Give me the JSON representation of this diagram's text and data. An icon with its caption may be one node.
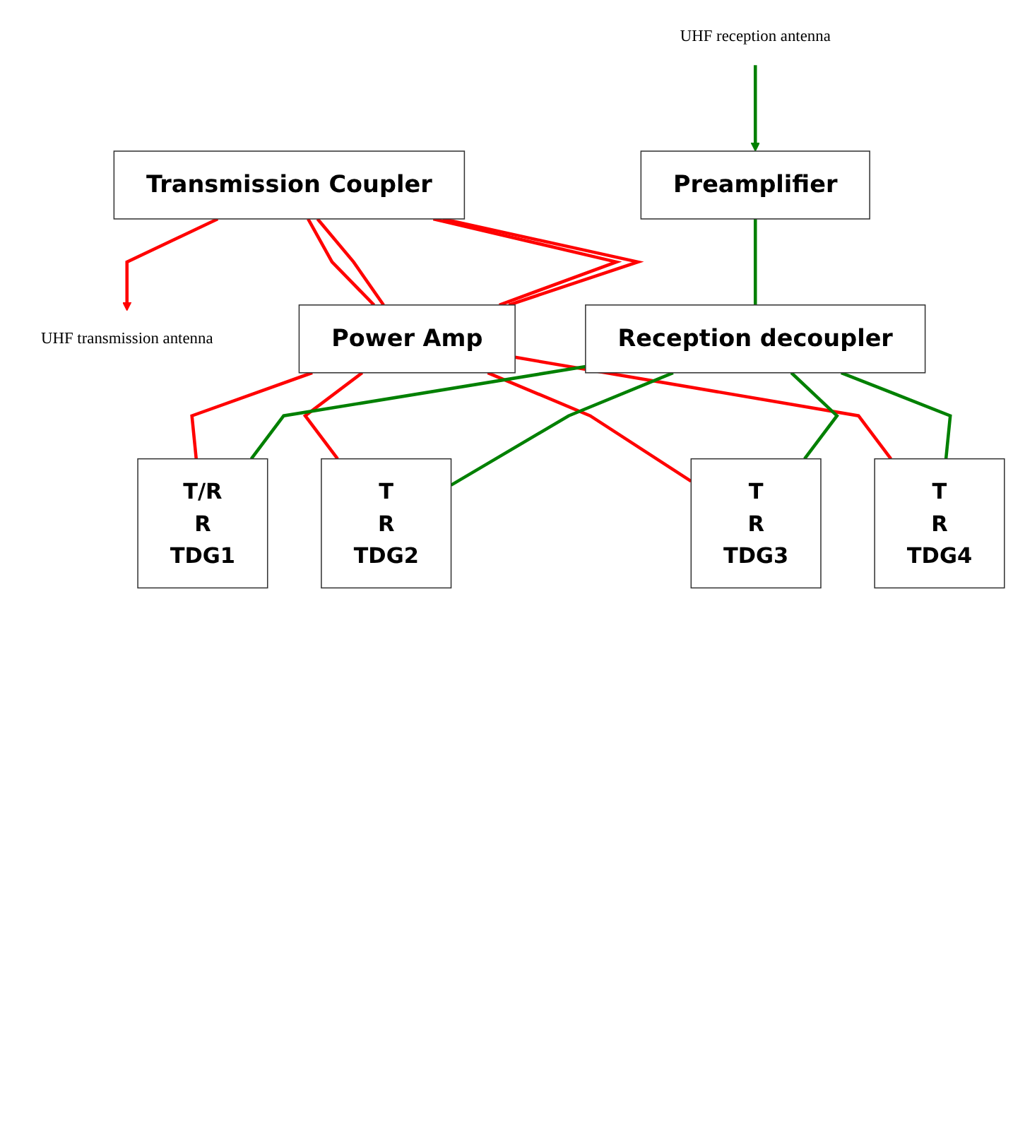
{
  "diagram": {
    "nodes": [
      {
        "text": [
          "UHF transmission antenna"
        ]
      },
      {
        "text": [
          "UHF reception antenna"
        ]
      },
      {
        "text": [
          "Transmission Coupler"
        ]
      },
      {
        "text": [
          "Preamplifier"
        ]
      },
      {
        "text": [
          "Power Amp"
        ]
      },
      {
        "text": [
          "Reception decoupler"
        ]
      },
      {
        "text": [
          "T/R",
          "R",
          "TDG1"
        ]
      },
      {
        "text": [
          "T",
          "R",
          "TDG2"
        ]
      },
      {
        "text": [
          "T",
          "R",
          "TDG3"
        ]
      },
      {
        "text": [
          "T",
          "R",
          "TDG4"
        ]
      }
    ],
    "edges": [
      {
        "from": 2,
        "to": 0,
        "arrow": "to",
        "color": "#ff0000"
      },
      {
        "from": 1,
        "to": 3,
        "arrow": "to",
        "color": "#008000"
      },
      {
        "from": 2,
        "to": 4,
        "arrow": "none",
        "color": "#ff0000"
      },
      {
        "from": 2,
        "to": 4,
        "arrow": "none",
        "color": "#ff0000"
      },
      {
        "from": 2,
        "to": 4,
        "arrow": "none",
        "color": "#ff0000"
      },
      {
        "from": 2,
        "to": 4,
        "arrow": "none",
        "color": "#ff0000"
      },
      {
        "from": 3,
        "to": 5,
        "arrow": "none",
        "color": "#008000"
      },
      {
        "from": 4,
        "to": 6,
        "arrow": "none",
        "color": "#ff0000"
      },
      {
        "from": 4,
        "to": 7,
        "arrow": "none",
        "color": "#ff0000"
      },
      {
        "from": 4,
        "to": 8,
        "arrow": "none",
        "color": "#ff0000"
      },
      {
        "from": 4,
        "to": 9,
        "arrow": "none",
        "color": "#ff0000"
      },
      {
        "from": 5,
        "to": 6,
        "arrow": "none",
        "color": "#008000"
      },
      {
        "from": 5,
        "to": 7,
        "arrow": "none",
        "color": "#008000"
      },
      {
        "from": 5,
        "to": 8,
        "arrow": "none",
        "color": "#008000"
      },
      {
        "from": 5,
        "to": 9,
        "arrow": "none",
        "color": "#008000"
      }
    ]
  }
}
